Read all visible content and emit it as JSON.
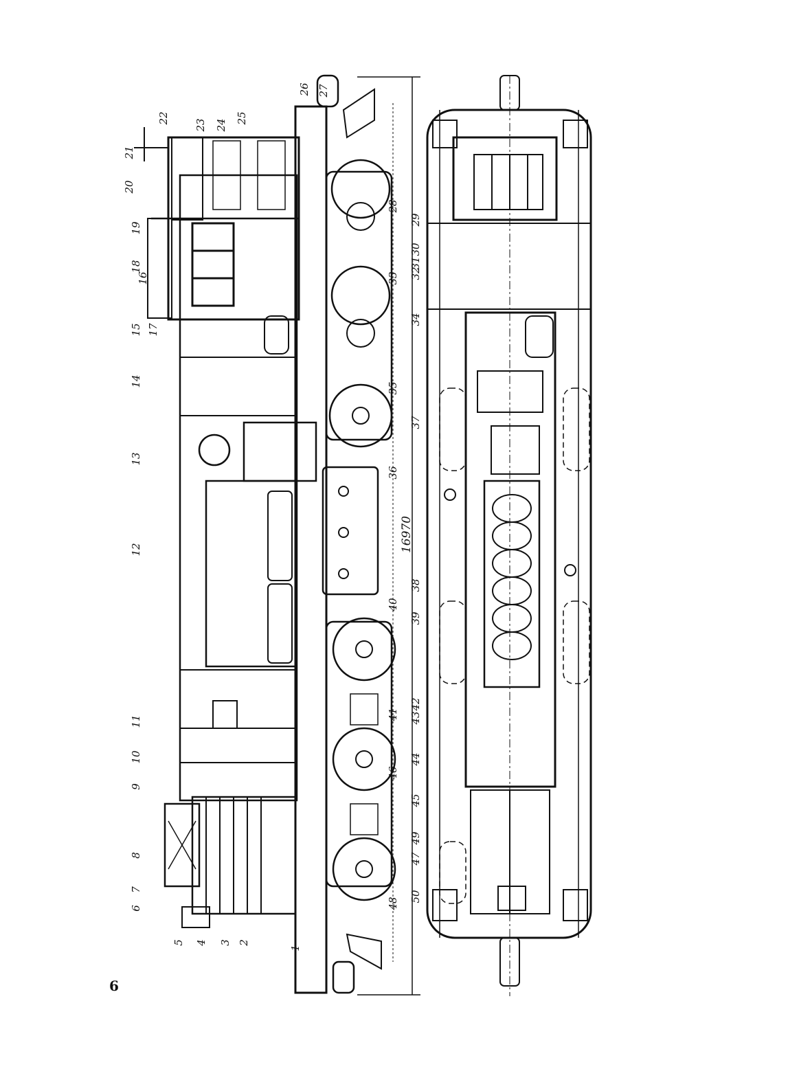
{
  "page_number": "6",
  "overall_length_label": "16970",
  "side_view_callouts": [
    "21",
    "22",
    "23",
    "24",
    "25",
    "26",
    "27",
    "20",
    "19",
    "18",
    "16",
    "15",
    "17",
    "14",
    "13",
    "12",
    "11",
    "10",
    "9",
    "8",
    "7",
    "6",
    "5",
    "4",
    "3",
    "2",
    "1",
    "28",
    "33",
    "35",
    "36",
    "40",
    "41",
    "46",
    "48"
  ],
  "plan_view_callouts": [
    "29",
    "30",
    "31",
    "32",
    "34",
    "37",
    "38",
    "39",
    "42",
    "43",
    "44",
    "45",
    "49",
    "47",
    "50"
  ]
}
